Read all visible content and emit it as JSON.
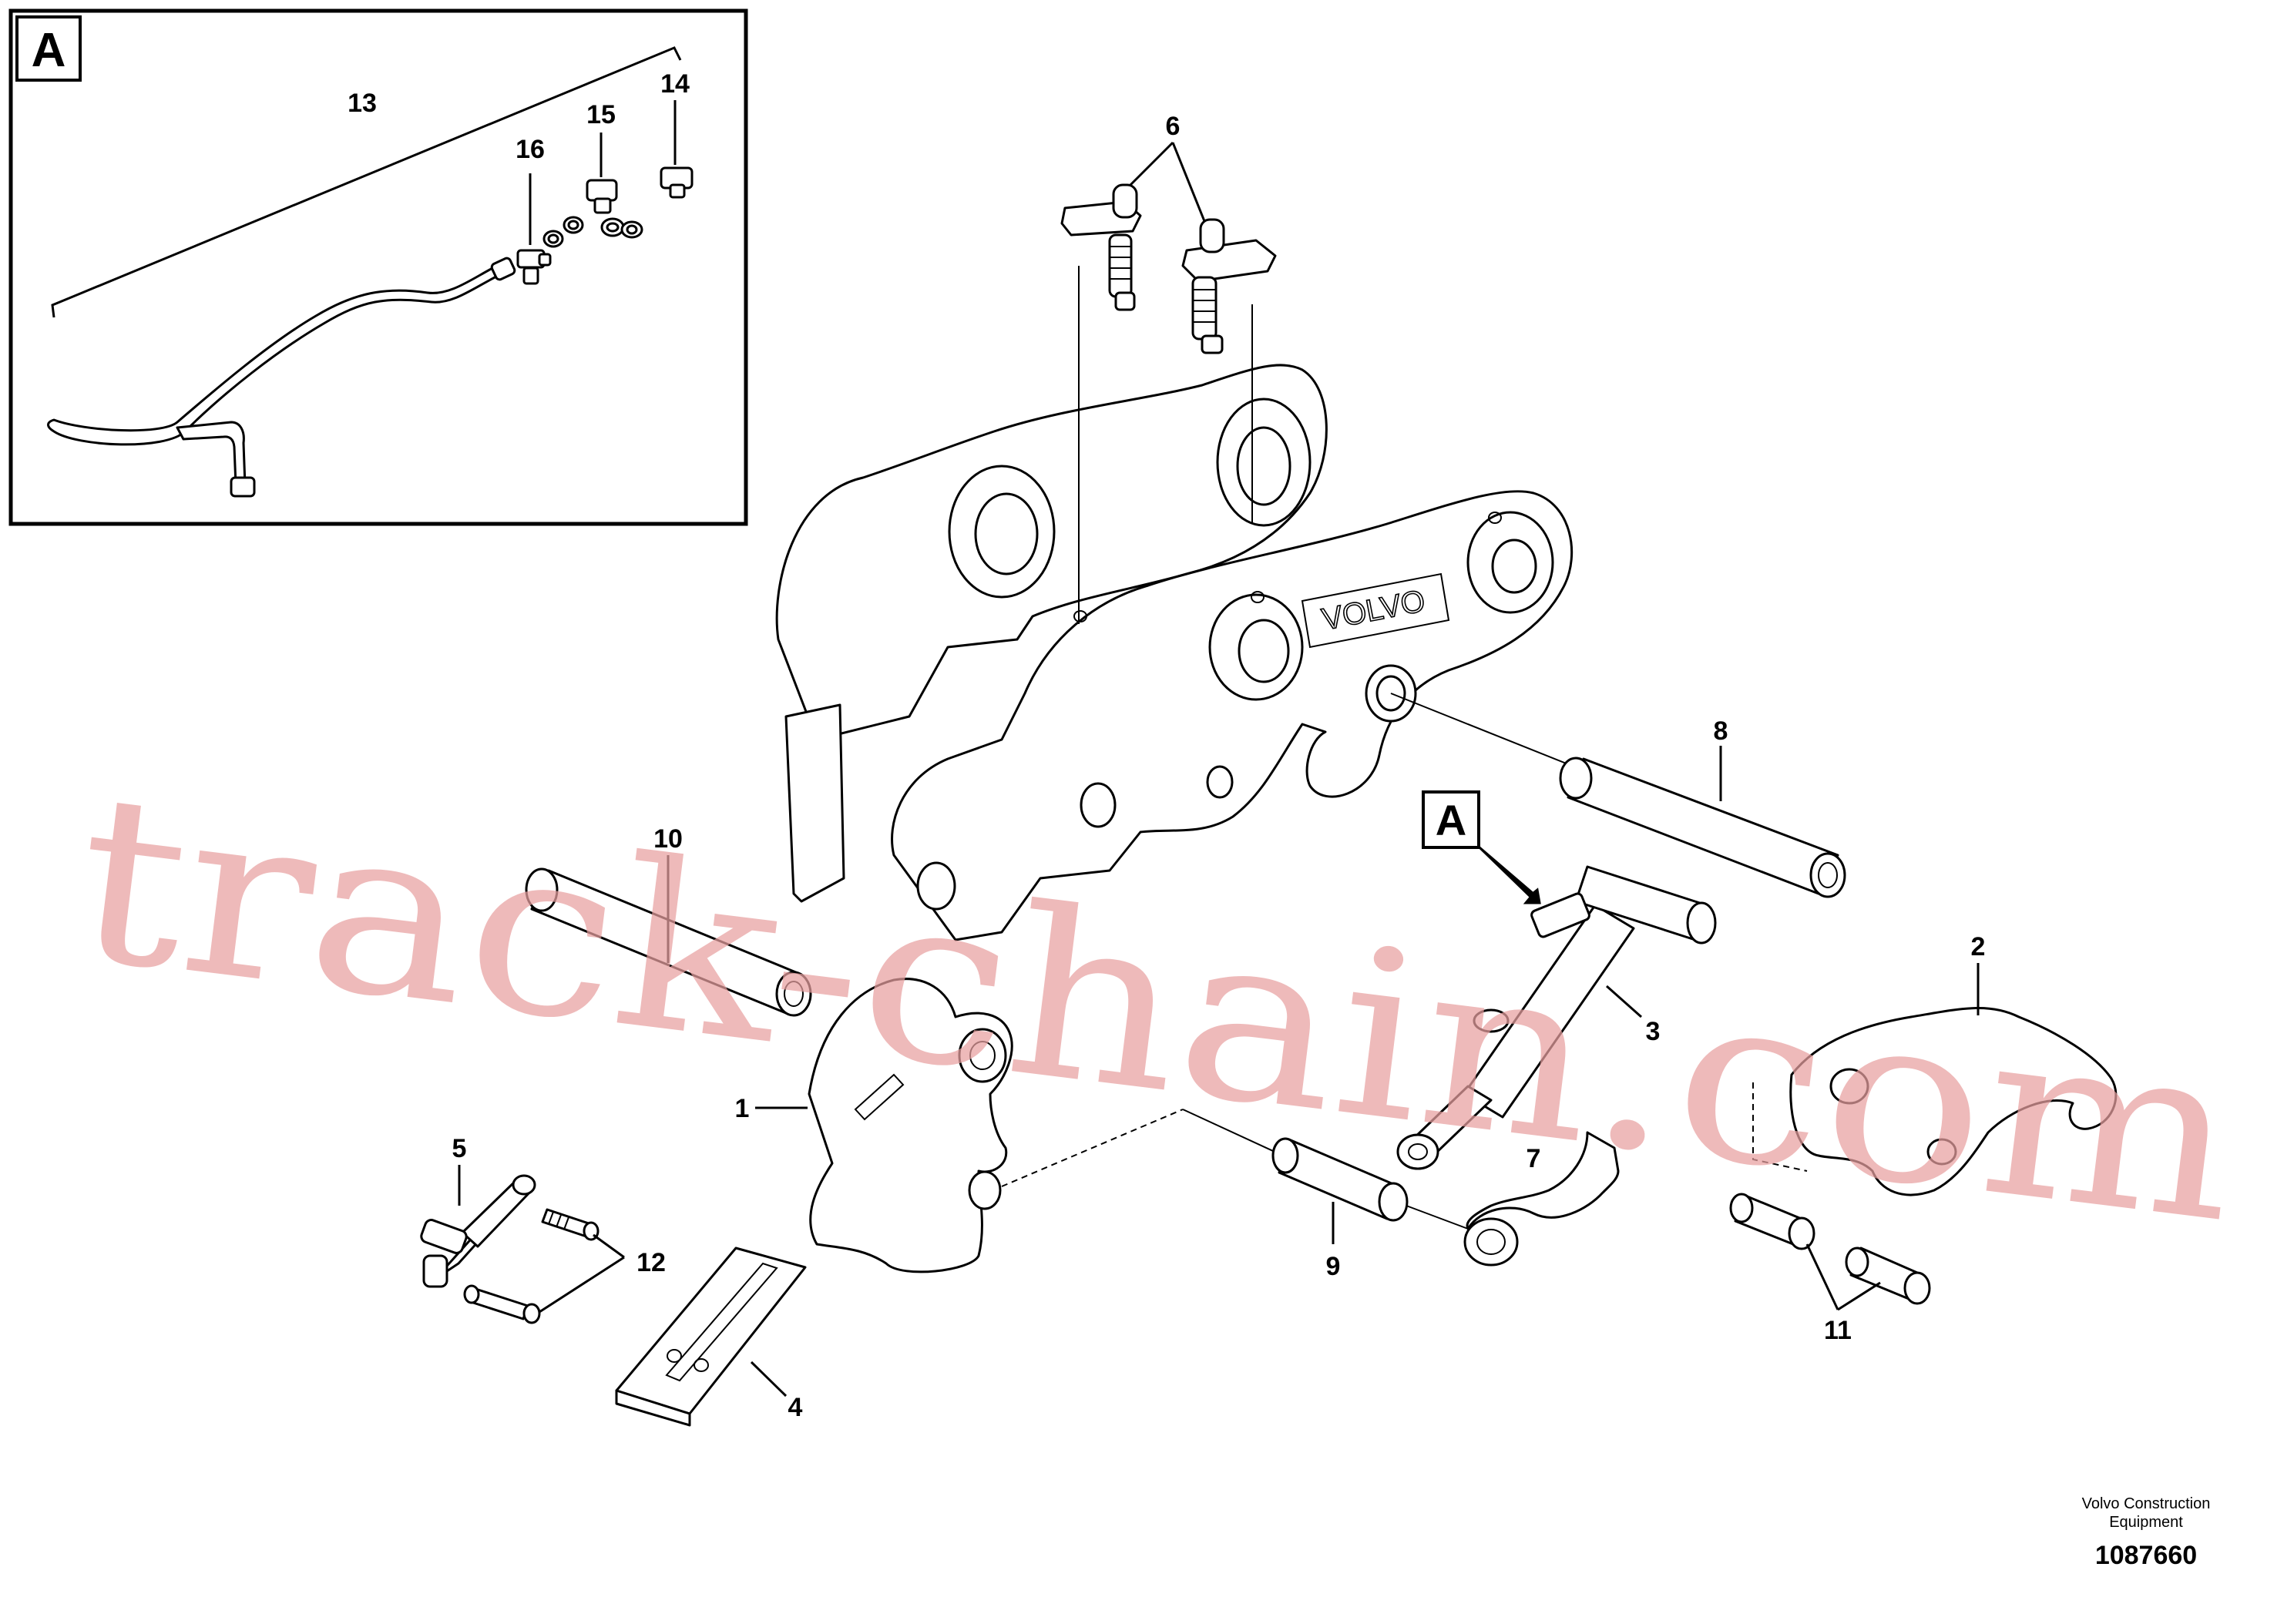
{
  "inset": {
    "badge": "A",
    "callouts": {
      "c13": "13",
      "c14": "14",
      "c15": "15",
      "c16": "16"
    }
  },
  "detail_badge": "A",
  "callouts": {
    "c1": "1",
    "c2": "2",
    "c3": "3",
    "c4": "4",
    "c5": "5",
    "c6": "6",
    "c7": "7",
    "c8": "8",
    "c9": "9",
    "c10": "10",
    "c11": "11",
    "c12": "12"
  },
  "nameplate": "VOLVO",
  "watermark": "track-chain.com",
  "footer": {
    "company_line1": "Volvo Construction",
    "company_line2": "Equipment",
    "drawing_number": "1087660"
  },
  "colors": {
    "line": "#000000",
    "watermark": "#e8a0a0",
    "background": "#ffffff"
  }
}
